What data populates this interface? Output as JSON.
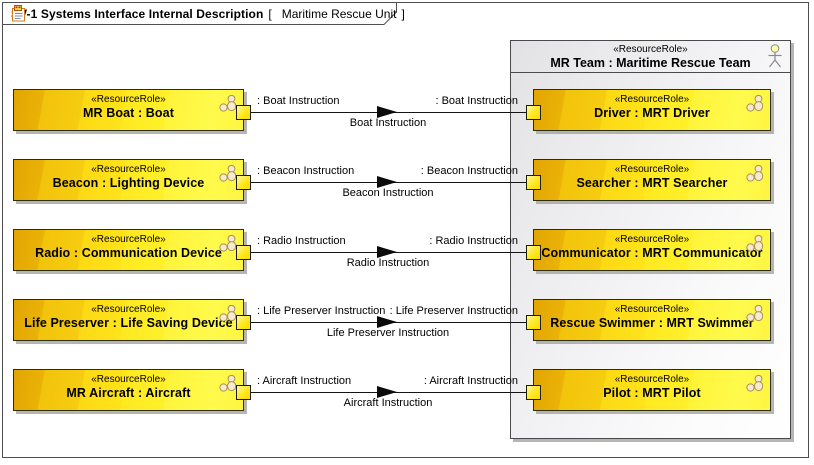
{
  "frame": {
    "title": "SV-1 Systems Interface Internal Description",
    "bracket_open": "[",
    "context": "Maritime Rescue Unit",
    "bracket_close": "]"
  },
  "container": {
    "stereotype": "«ResourceRole»",
    "name": "MR Team : Maritime Rescue Team"
  },
  "icons": {
    "tab_icon": "diagram-kind-icon",
    "node_icon": "resource-role-icon",
    "container_icon": "actor-icon"
  },
  "rows": [
    {
      "left": {
        "stereotype": "«ResourceRole»",
        "name": "MR Boat : Boat"
      },
      "right": {
        "stereotype": "«ResourceRole»",
        "name": "Driver : MRT Driver"
      },
      "labels": {
        "source": ": Boat Instruction",
        "target": ": Boat Instruction",
        "flow": "Boat Instruction"
      }
    },
    {
      "left": {
        "stereotype": "«ResourceRole»",
        "name": "Beacon : Lighting Device"
      },
      "right": {
        "stereotype": "«ResourceRole»",
        "name": "Searcher : MRT Searcher"
      },
      "labels": {
        "source": ": Beacon Instruction",
        "target": ": Beacon Instruction",
        "flow": "Beacon Instruction"
      }
    },
    {
      "left": {
        "stereotype": "«ResourceRole»",
        "name": "Radio : Communication Device"
      },
      "right": {
        "stereotype": "«ResourceRole»",
        "name": "Communicator : MRT Communicator"
      },
      "labels": {
        "source": ": Radio Instruction",
        "target": ": Radio Instruction",
        "flow": "Radio Instruction"
      }
    },
    {
      "left": {
        "stereotype": "«ResourceRole»",
        "name": "Life Preserver : Life Saving Device"
      },
      "right": {
        "stereotype": "«ResourceRole»",
        "name": "Rescue Swimmer : MRT Swimmer"
      },
      "labels": {
        "source": ": Life Preserver Instruction",
        "target": ": Life Preserver Instruction",
        "flow": "Life Preserver Instruction"
      }
    },
    {
      "left": {
        "stereotype": "«ResourceRole»",
        "name": "MR Aircraft : Aircraft"
      },
      "right": {
        "stereotype": "«ResourceRole»",
        "name": "Pilot : MRT Pilot"
      },
      "labels": {
        "source": ": Aircraft Instruction",
        "target": ": Aircraft Instruction",
        "flow": "Aircraft Instruction"
      }
    }
  ],
  "colors": {
    "node_fill_dark": "#E2A503",
    "node_fill_light": "#FFF542",
    "node_border": "#2E2E06",
    "container_fill": "#EFEFF1",
    "frame_border": "#4F4F4F",
    "connector": "#141414",
    "shadow": "#A8A8A8"
  }
}
